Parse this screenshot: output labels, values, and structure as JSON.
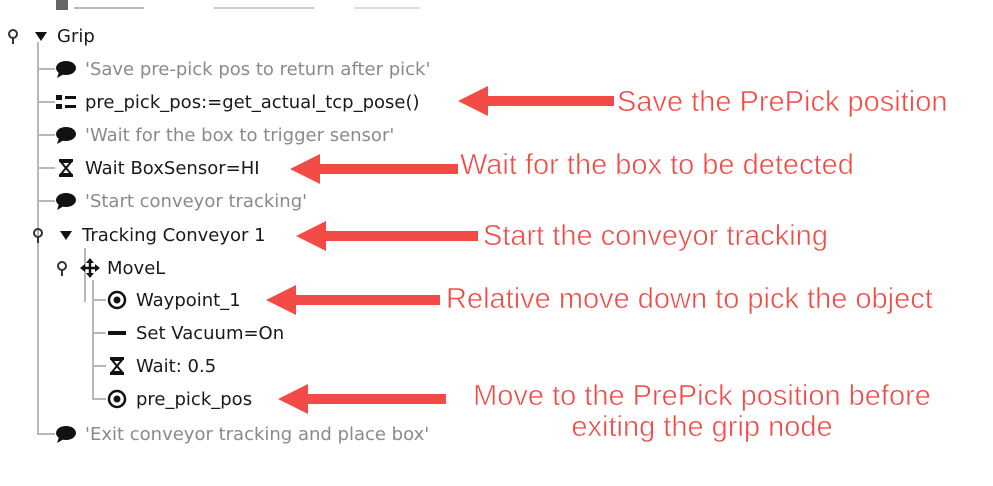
{
  "tree": {
    "grip": {
      "label": "Grip",
      "icon": "expanded-triangle-icon"
    },
    "items": [
      {
        "label": "'Save pre-pick pos to return after pick'",
        "icon": "comment-icon",
        "type": "comment"
      },
      {
        "label": "pre_pick_pos:=get_actual_tcp_pose()",
        "icon": "assignment-icon",
        "type": "command"
      },
      {
        "label": "'Wait for the box to trigger sensor'",
        "icon": "comment-icon",
        "type": "comment"
      },
      {
        "label": "Wait BoxSensor=HI",
        "icon": "hourglass-icon",
        "type": "command"
      },
      {
        "label": "'Start conveyor tracking'",
        "icon": "comment-icon",
        "type": "comment"
      },
      {
        "label": "Tracking Conveyor 1",
        "icon": "expanded-triangle-icon",
        "type": "node"
      },
      {
        "label": "MoveL",
        "icon": "move-cross-icon",
        "type": "node"
      },
      {
        "label": "Waypoint_1",
        "icon": "waypoint-icon",
        "type": "command"
      },
      {
        "label": "Set Vacuum=On",
        "icon": "set-icon",
        "type": "command"
      },
      {
        "label": "Wait: 0.5",
        "icon": "hourglass-icon",
        "type": "command"
      },
      {
        "label": "pre_pick_pos",
        "icon": "waypoint-icon",
        "type": "command"
      },
      {
        "label": "'Exit conveyor tracking and place box'",
        "icon": "comment-icon",
        "type": "comment"
      }
    ]
  },
  "annotations": {
    "save": "Save the PrePick position",
    "wait": "Wait for the box to be detected",
    "start": "Start the conveyor tracking",
    "relative": "Relative move down to pick the object",
    "move_line1": "Move to the PrePick position before",
    "move_line2": "exiting the grip node"
  },
  "colors": {
    "annotation": "#f24a45",
    "comment_text": "#8a8a8a",
    "tree_line": "#b8b8b8"
  }
}
